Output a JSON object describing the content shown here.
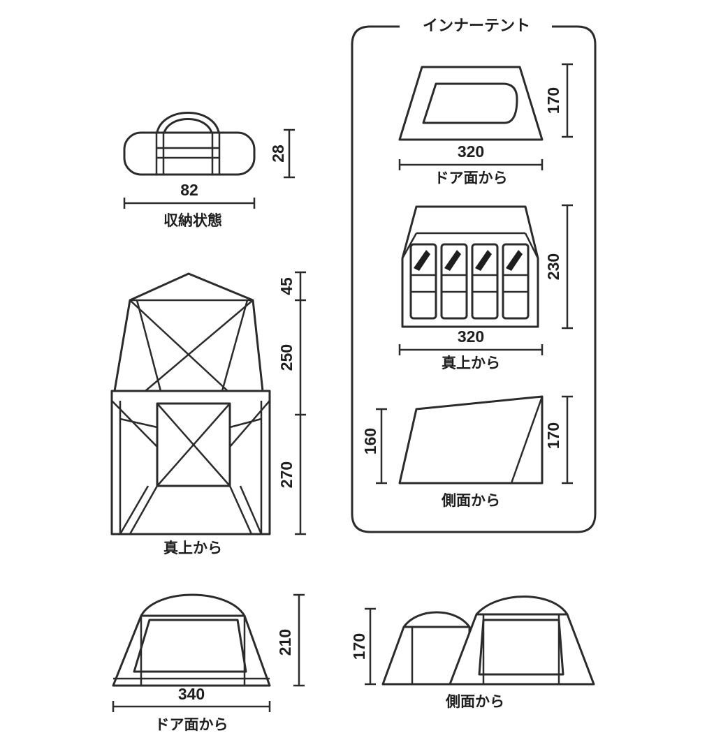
{
  "bag": {
    "width": "82",
    "height": "28",
    "caption": "収納状態"
  },
  "top_view": {
    "dim_top": "45",
    "dim_mid": "250",
    "dim_bottom": "270",
    "caption": "真上から"
  },
  "front_view": {
    "width": "340",
    "height": "210",
    "caption": "ドア面から"
  },
  "side_view": {
    "height": "170",
    "caption": "側面から"
  },
  "inner_tent": {
    "title": "インナーテント",
    "door": {
      "width": "320",
      "height": "170",
      "caption": "ドア面から"
    },
    "top": {
      "width": "320",
      "height": "230",
      "caption": "真上から"
    },
    "side": {
      "left_height": "160",
      "right_height": "170",
      "caption": "側面から"
    }
  }
}
